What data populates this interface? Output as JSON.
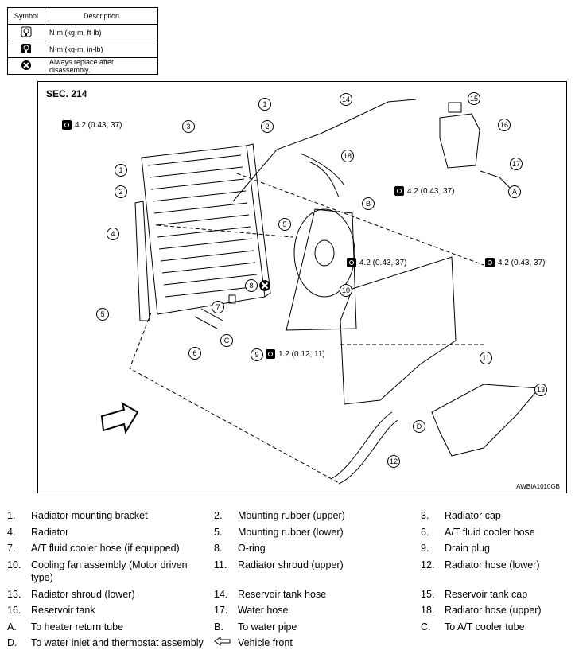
{
  "legend": {
    "header_symbol": "Symbol",
    "header_description": "Description",
    "rows": [
      {
        "icon": "torque-wrench-icon",
        "text": "N·m (kg-m, ft-lb)"
      },
      {
        "icon": "torque-wrench-small-icon",
        "text": "N·m (kg-m, in-lb)"
      },
      {
        "icon": "always-replace-icon",
        "text": "Always replace after disassembly."
      }
    ]
  },
  "figure": {
    "section": "SEC. 214",
    "code": "AWBIA1010GB",
    "torques": [
      "4.2 (0.43, 37)",
      "4.2 (0.43, 37)",
      "4.2 (0.43, 37)",
      "4.2 (0.43, 37)",
      "1.2 (0.12, 11)"
    ],
    "callouts": [
      "1",
      "2",
      "3",
      "4",
      "5",
      "1",
      "2",
      "5",
      "6",
      "7",
      "8",
      "9",
      "10",
      "11",
      "12",
      "13",
      "14",
      "15",
      "16",
      "17",
      "18",
      "A",
      "B",
      "C",
      "D"
    ]
  },
  "parts": [
    [
      {
        "n": "1.",
        "t": "Radiator mounting bracket"
      },
      {
        "n": "2.",
        "t": "Mounting rubber (upper)"
      },
      {
        "n": "3.",
        "t": "Radiator cap"
      }
    ],
    [
      {
        "n": "4.",
        "t": "Radiator"
      },
      {
        "n": "5.",
        "t": "Mounting rubber (lower)"
      },
      {
        "n": "6.",
        "t": "A/T fluid cooler hose"
      }
    ],
    [
      {
        "n": "7.",
        "t": "A/T fluid cooler hose (if equipped)"
      },
      {
        "n": "8.",
        "t": "O-ring"
      },
      {
        "n": "9.",
        "t": "Drain plug"
      }
    ],
    [
      {
        "n": "10.",
        "t": "Cooling fan assembly (Motor driven type)"
      },
      {
        "n": "11.",
        "t": "Radiator shroud (upper)"
      },
      {
        "n": "12.",
        "t": "Radiator hose (lower)"
      }
    ],
    [
      {
        "n": "13.",
        "t": "Radiator shroud (lower)"
      },
      {
        "n": "14.",
        "t": "Reservoir tank hose"
      },
      {
        "n": "15.",
        "t": "Reservoir tank cap"
      }
    ],
    [
      {
        "n": "16.",
        "t": "Reservoir tank"
      },
      {
        "n": "17.",
        "t": "Water hose"
      },
      {
        "n": "18.",
        "t": "Radiator hose (upper)"
      }
    ],
    [
      {
        "n": "A.",
        "t": "To heater return tube"
      },
      {
        "n": "B.",
        "t": "To water pipe"
      },
      {
        "n": "C.",
        "t": "To A/T cooler tube"
      }
    ],
    [
      {
        "n": "D.",
        "t": "To water inlet and thermostat assembly"
      },
      {
        "n": "arrow",
        "t": "Vehicle front"
      },
      {
        "n": "",
        "t": ""
      }
    ]
  ]
}
